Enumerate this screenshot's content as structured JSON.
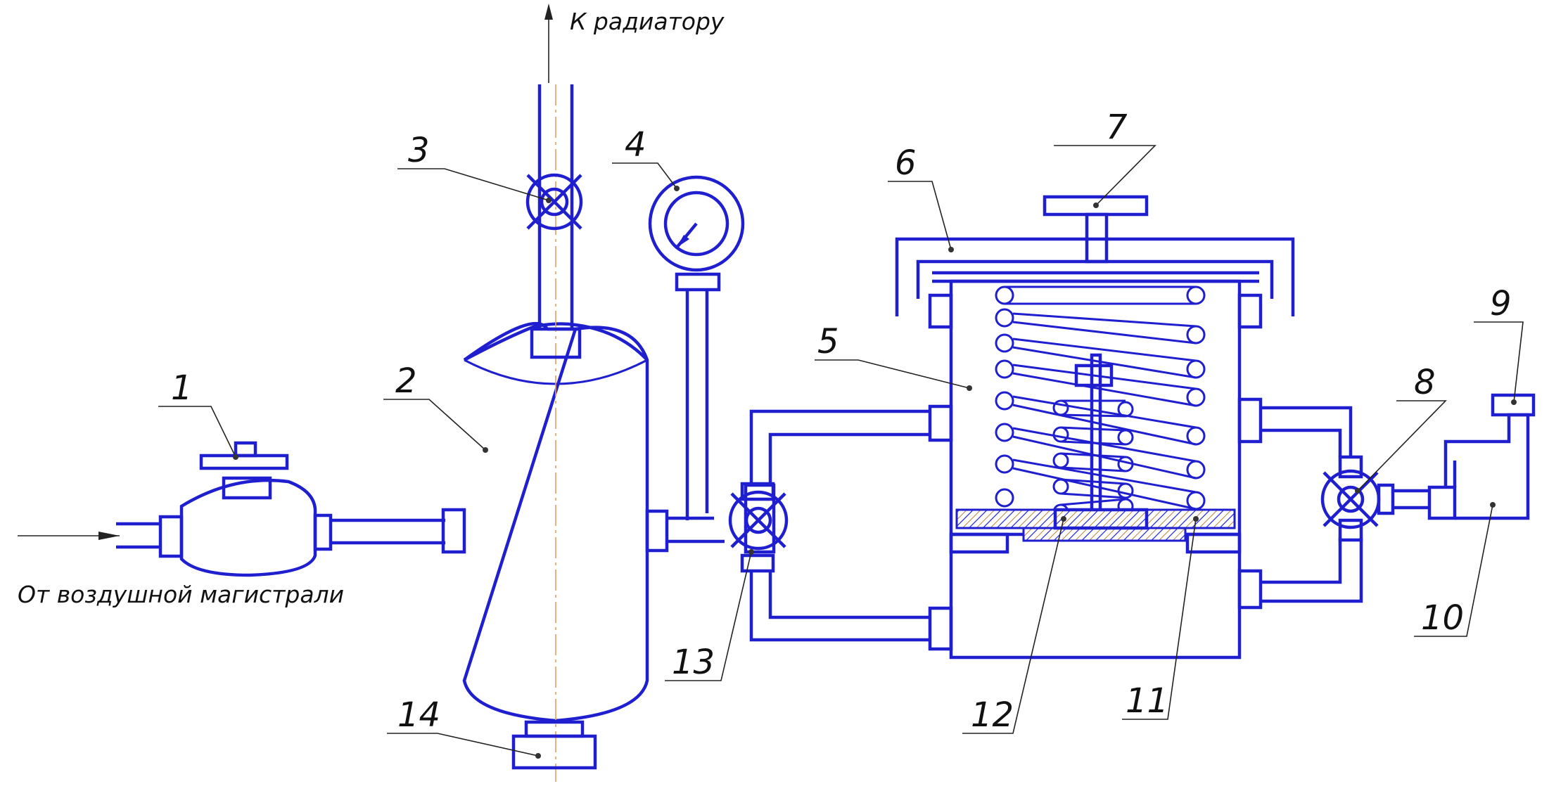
{
  "labels": {
    "to_radiator": "К радиатору",
    "from_main": "От воздушной магистрали"
  },
  "positions": [
    "1",
    "2",
    "3",
    "4",
    "5",
    "6",
    "7",
    "8",
    "9",
    "10",
    "11",
    "12",
    "13",
    "14"
  ],
  "colors": {
    "outline": "#1f1fd0",
    "axis": "#e0a060",
    "leader": "#222222"
  }
}
